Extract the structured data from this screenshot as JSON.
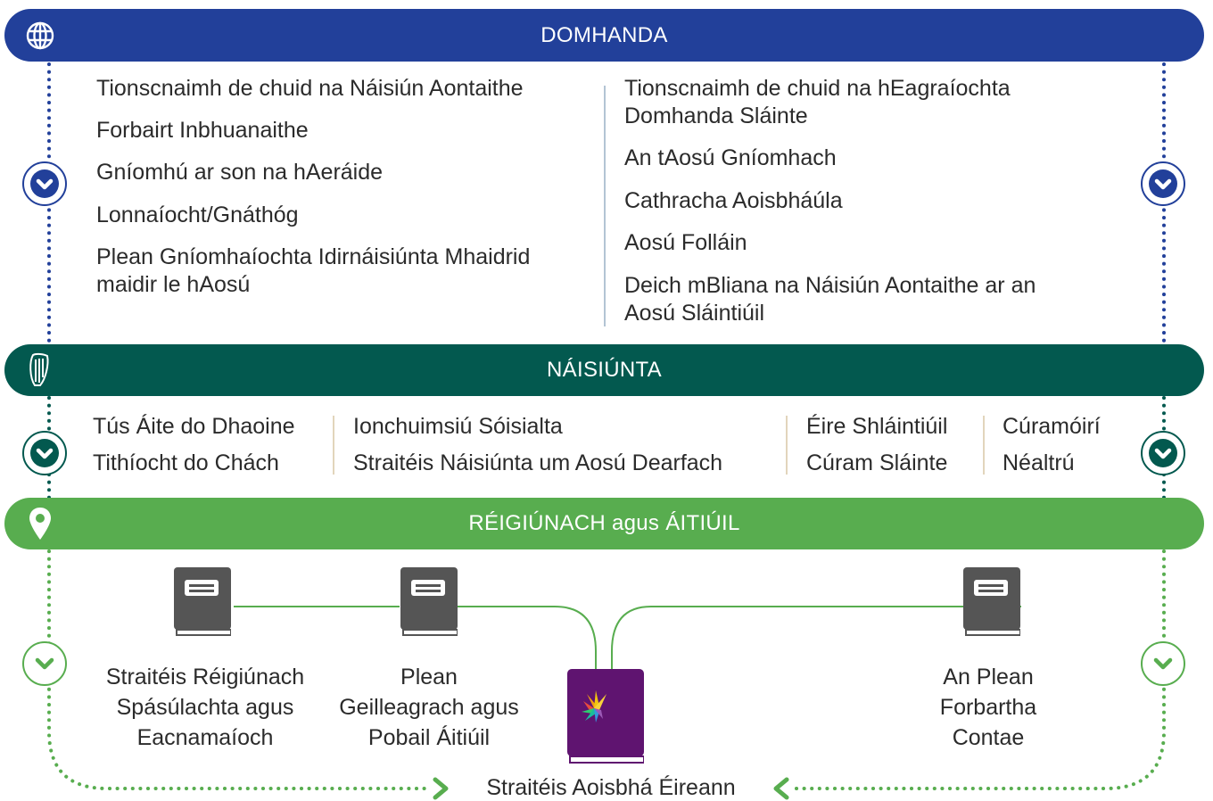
{
  "colors": {
    "global": "#22409a",
    "national": "#03594f",
    "regional": "#58ad4f",
    "book": "#555555",
    "main_book": "#5f1470"
  },
  "global": {
    "title": "DOMHANDA",
    "icon": "globe-icon",
    "left_items": [
      "Tionscnaimh de chuid na Náisiún Aontaithe",
      "Forbairt Inbhuanaithe",
      "Gníomhú ar son na hAeráide",
      "Lonnaíocht/Gnáthóg",
      "Plean Gníomhaíochta Idirnáisiúnta Mhaidrid",
      "maidir le hAosú"
    ],
    "right_items": [
      "Tionscnaimh de chuid na hEagraíochta",
      "Domhanda Sláinte",
      "An tAosú Gníomhach",
      "Cathracha Aoisbháúla",
      "Aosú Folláin",
      "Deich mBliana na Náisiún Aontaithe ar an",
      "Aosú Sláintiúil"
    ]
  },
  "national": {
    "title": "NÁISIÚNTA",
    "icon": "harp-icon",
    "col1": [
      "Tús Áite do Dhaoine",
      "Tithíocht do Chách"
    ],
    "col2": [
      "Ionchuimsiú Sóisialta",
      "Straitéis Náisiúnta um Aosú Dearfach"
    ],
    "col3": [
      "Éire Shláintiúil",
      "Cúram Sláinte"
    ],
    "col4": [
      "Cúramóirí",
      "Néaltrú"
    ]
  },
  "regional": {
    "title": "RÉIGIÚNACH agus ÁITIÚIL",
    "icon": "location-pin-icon",
    "docs": [
      {
        "lines": [
          "Straitéis Réigiúnach",
          "Spásúlachta agus",
          "Eacnamaíoch"
        ]
      },
      {
        "lines": [
          "Plean",
          "Geilleagrach agus",
          "Pobail Áitiúil"
        ]
      },
      {
        "lines": [
          "An Plean",
          "Forbartha",
          "Contae"
        ]
      }
    ],
    "main_doc": "Straitéis Aoisbhá Éireann"
  }
}
